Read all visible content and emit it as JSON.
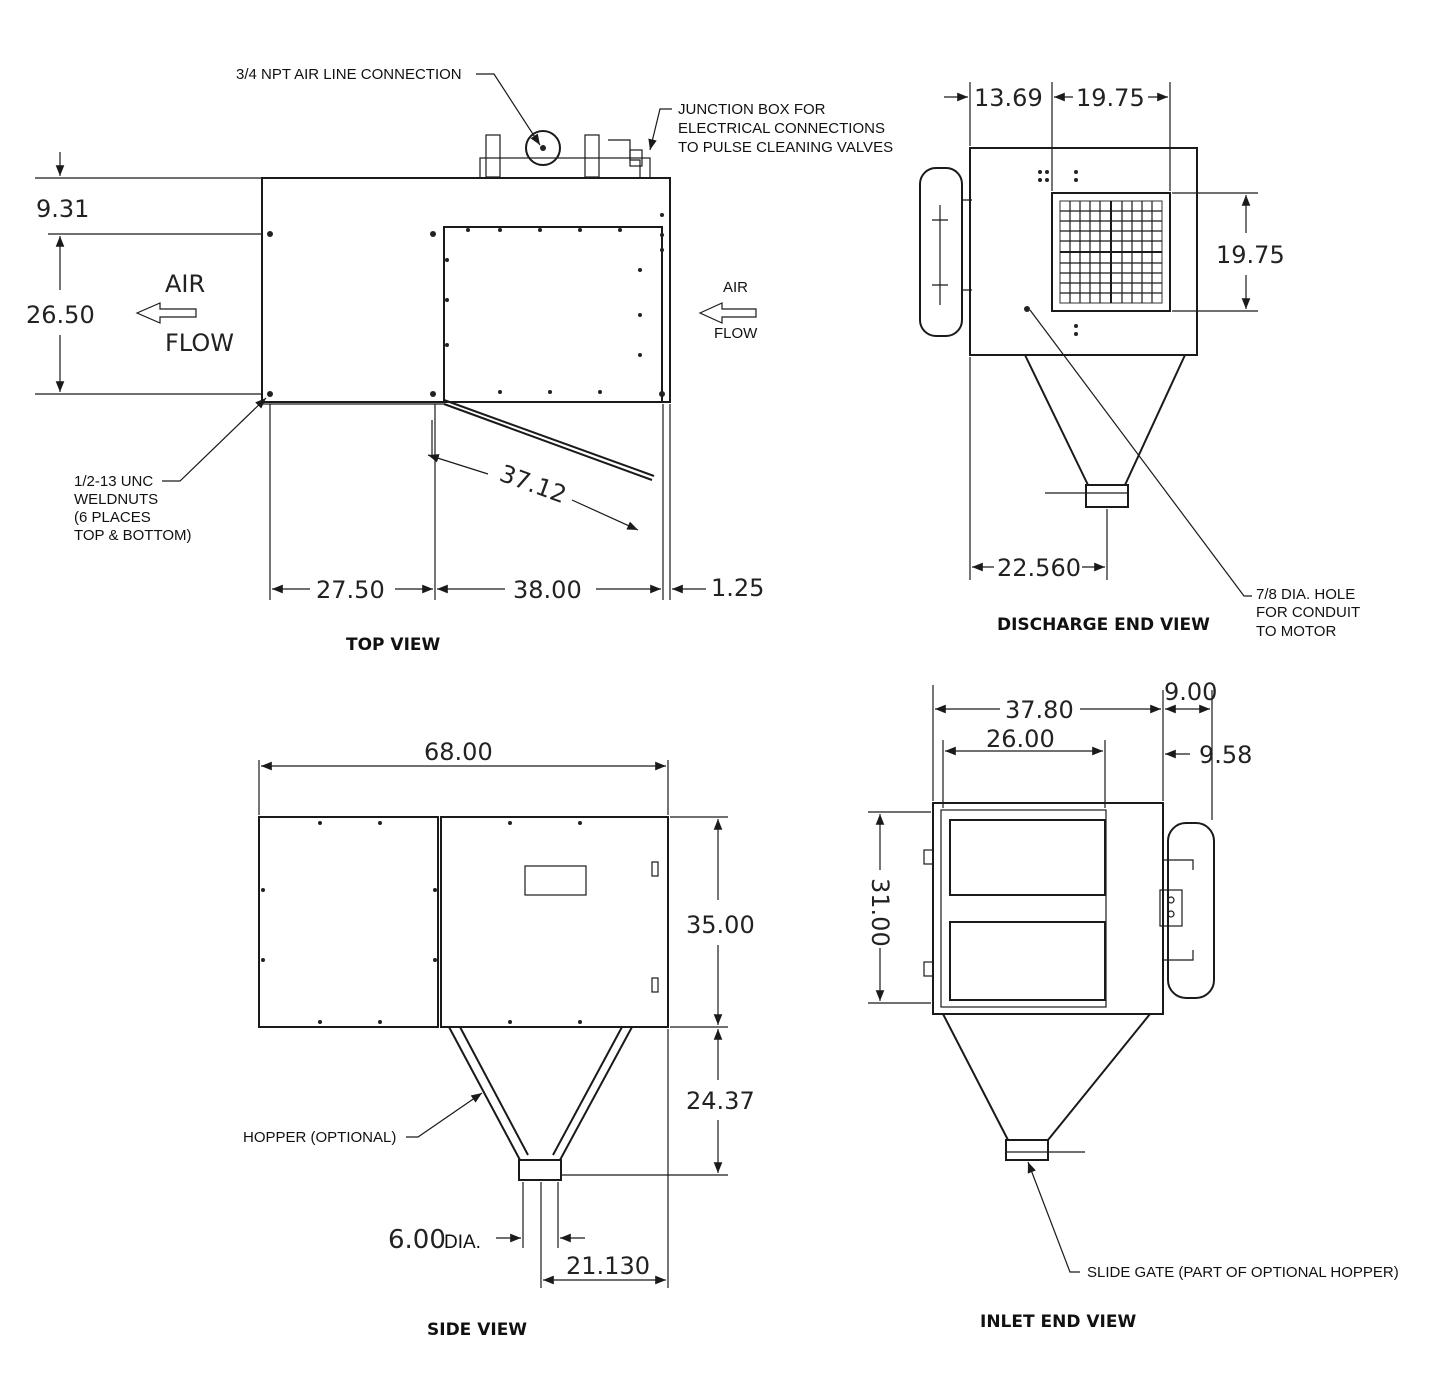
{
  "views": {
    "top": "TOP VIEW",
    "discharge": "DISCHARGE END VIEW",
    "side": "SIDE VIEW",
    "inlet": "INLET END VIEW"
  },
  "top_view": {
    "dim_931": "9.31",
    "dim_2650": "26.50",
    "dim_2750": "27.50",
    "dim_3800": "38.00",
    "dim_125": "1.25",
    "dim_3712": "37.12",
    "air_left_1": "AIR",
    "air_left_2": "FLOW",
    "air_right_1": "AIR",
    "air_right_2": "FLOW",
    "note_airline": "3/4 NPT AIR LINE CONNECTION",
    "note_jbox_1": "JUNCTION BOX FOR",
    "note_jbox_2": "ELECTRICAL CONNECTIONS",
    "note_jbox_3": "TO PULSE CLEANING VALVES",
    "note_weld_1": "1/2-13 UNC",
    "note_weld_2": "WELDNUTS",
    "note_weld_3": "(6 PLACES",
    "note_weld_4": "TOP & BOTTOM)"
  },
  "discharge_view": {
    "dim_1369": "13.69",
    "dim_1975_top": "19.75",
    "dim_1975_right": "19.75",
    "dim_22560": "22.560",
    "note_hole_1": "7/8 DIA. HOLE",
    "note_hole_2": "FOR CONDUIT",
    "note_hole_3": "TO MOTOR"
  },
  "side_view": {
    "dim_6800": "68.00",
    "dim_3500": "35.00",
    "dim_2437": "24.37",
    "dim_600": "6.00",
    "dim_dia": "DIA.",
    "dim_21130": "21.130",
    "note_hopper": "HOPPER (OPTIONAL)"
  },
  "inlet_view": {
    "dim_3780": "37.80",
    "dim_900": "9.00",
    "dim_2600": "26.00",
    "dim_958": "9.58",
    "dim_3100": "31.00",
    "note_gate": "SLIDE GATE (PART OF OPTIONAL HOPPER)"
  }
}
